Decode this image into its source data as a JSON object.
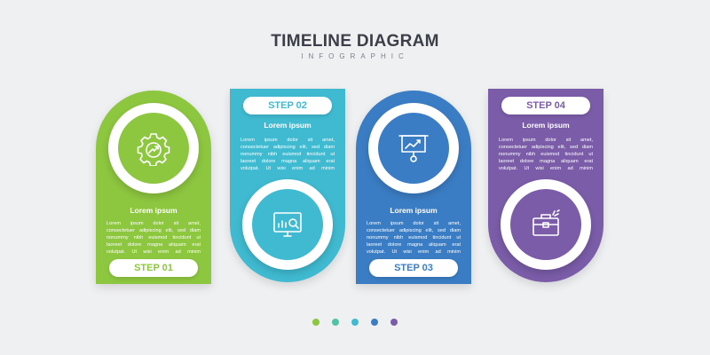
{
  "header": {
    "title": "TIMELINE DIAGRAM",
    "subtitle": "INFOGRAPHIC"
  },
  "colors": {
    "step1": "#8dc63f",
    "step2": "#3fbad0",
    "step3": "#3b7dc4",
    "step4": "#7a5ca8",
    "dot_teal": "#4fc3a6"
  },
  "steps": [
    {
      "label": "STEP 01",
      "heading": "Lorem ipsum",
      "body": "Lorem ipsum dolor sit amet,\nconsectetuer adipiscing elit, sed diam\nnonummy nibh euismod tincidunt ut\nlaoreet dolore magna aliquam erat\nvolutpat. Ut wisi enim ad minim",
      "icon": "gear-growth-icon"
    },
    {
      "label": "STEP 02",
      "heading": "Lorem ipsum",
      "body": "Lorem ipsum dolor sit amet,\nconsectetuer adipiscing elit, sed diam\nnonummy nibh euismod tincidunt ut\nlaoreet dolore magna aliquam erat\nvolutpat. Ut wisi enim ad minim",
      "icon": "monitor-analytics-icon"
    },
    {
      "label": "STEP 03",
      "heading": "Lorem ipsum",
      "body": "Lorem ipsum dolor sit amet,\nconsectetuer adipiscing elit, sed diam\nnonummy nibh euismod tincidunt ut\nlaoreet dolore magna aliquam erat\nvolutpat. Ut wisi enim ad minim",
      "icon": "presentation-board-icon"
    },
    {
      "label": "STEP 04",
      "heading": "Lorem ipsum",
      "body": "Lorem ipsum dolor sit amet,\nconsectetuer adipiscing elit, sed diam\nnonummy nibh euismod tincidunt ut\nlaoreet dolore magna aliquam erat\nvolutpat. Ut wisi enim ad minim",
      "icon": "briefcase-icon"
    }
  ]
}
